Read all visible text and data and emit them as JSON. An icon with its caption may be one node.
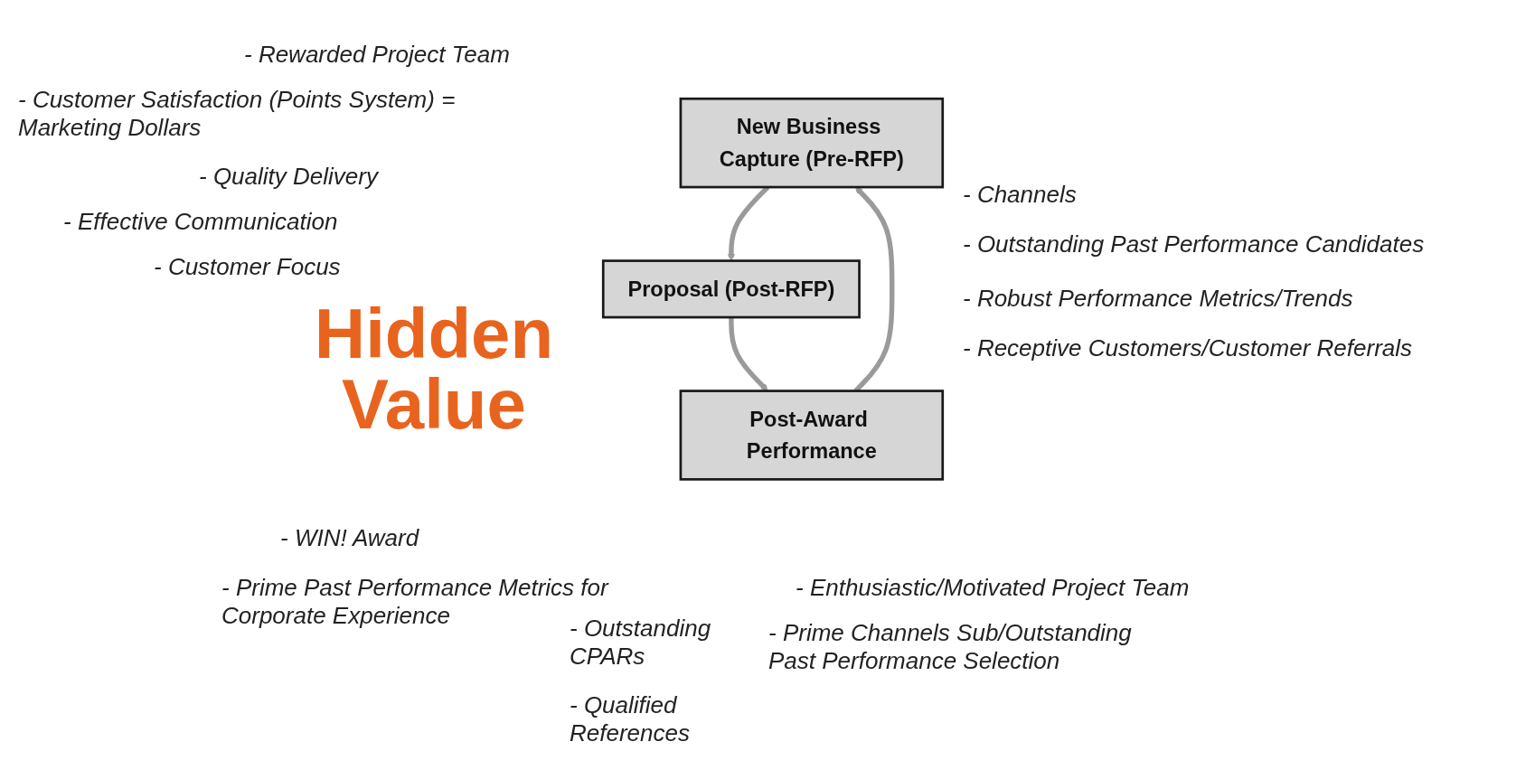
{
  "diagram": {
    "nodes": [
      {
        "text": [
          "New Business Capture (Pre-RFP)"
        ]
      },
      {
        "text": [
          "Proposal (Post-RFP)"
        ]
      },
      {
        "text": [
          "Post-Award Performance"
        ]
      }
    ],
    "edges": [
      {
        "from": 0,
        "to": 1,
        "arrow": "to"
      },
      {
        "from": 1,
        "to": 2,
        "arrow": "to"
      },
      {
        "from": 2,
        "to": 0,
        "arrow": "to"
      }
    ],
    "labels": [
      "- Rewarded Project Team",
      "- Customer Satisfaction (Points System) = Marketing Dollars",
      "- Quality Delivery",
      "- Effective Communication",
      "- Customer Focus",
      "Hidden Value",
      "- Channels",
      "- Outstanding Past Performance Candidates",
      "- Robust Performance Metrics/Trends",
      "- Receptive Customers/Customer Referrals",
      "- WIN! Award",
      "- Prime Past Performance Metrics for Corporate Experience",
      "- Enthusiastic/Motivated Project Team",
      "- Outstanding CPARs",
      "- Prime Channels Sub/Outstanding Past Performance Selection",
      "- Qualified References"
    ]
  }
}
